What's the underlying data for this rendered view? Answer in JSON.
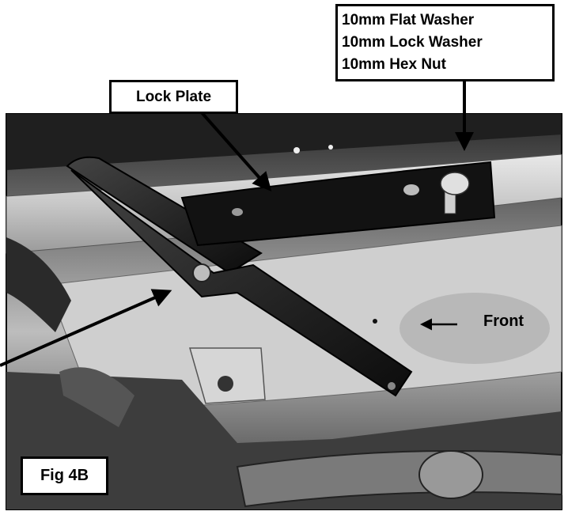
{
  "figure": {
    "hardware_callout": [
      "10mm Flat Washer",
      "10mm Lock Washer",
      "10mm Hex Nut"
    ],
    "lock_plate_label": "Lock Plate",
    "front_label": "Front",
    "figure_label": "Fig 4B"
  },
  "colors": {
    "photo_dark": "#1a1a1a",
    "photo_light": "#d9d9d9",
    "callout_border": "#000000",
    "callout_fill": "#ffffff"
  }
}
